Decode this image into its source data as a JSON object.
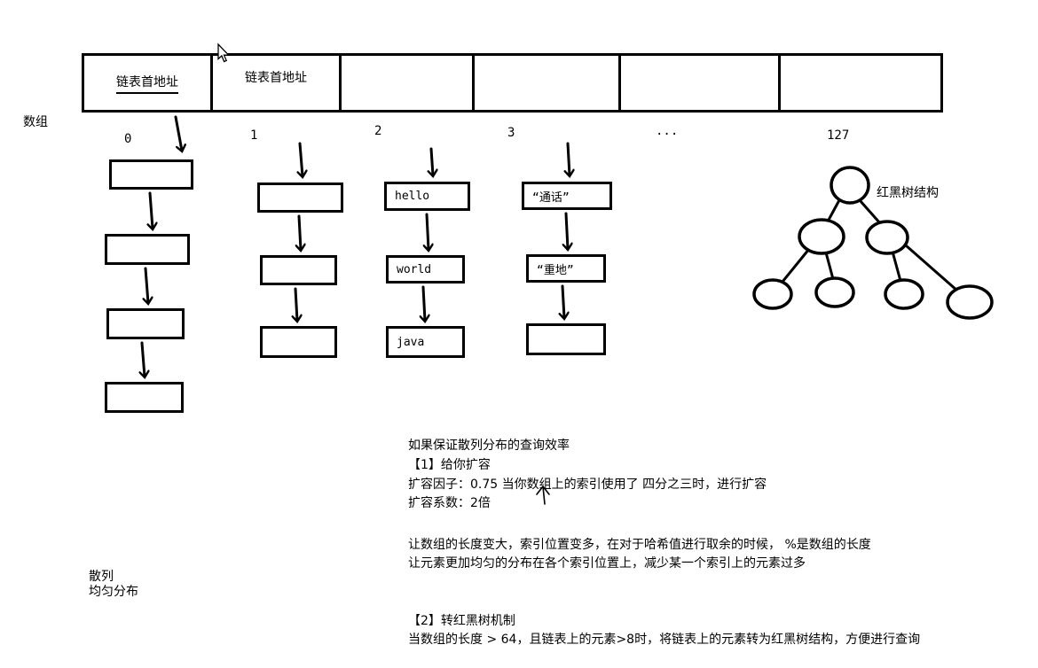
{
  "colors": {
    "ink": "#000000",
    "background": "#ffffff"
  },
  "array": {
    "label": "数组",
    "cells": [
      {
        "text": "链表首地址"
      },
      {
        "text": "链表首地址"
      },
      {
        "text": ""
      },
      {
        "text": ""
      },
      {
        "text": ""
      },
      {
        "text": ""
      }
    ],
    "indices": [
      "0",
      "1",
      "2",
      "3",
      "...",
      "127"
    ]
  },
  "lists": [
    {
      "nodes": [
        "",
        "",
        "",
        ""
      ]
    },
    {
      "nodes": [
        "",
        "",
        ""
      ]
    },
    {
      "nodes": [
        "hello",
        "world",
        "java"
      ]
    },
    {
      "nodes": [
        "“通话”",
        "“重地”",
        ""
      ]
    }
  ],
  "tree": {
    "label": "红黑树结构"
  },
  "notes": {
    "side": [
      "散列",
      "均匀分布"
    ],
    "block1": [
      "如果保证散列分布的查询效率",
      "【1】给你扩容",
      "扩容因子：0.75 当你数组上的索引使用了 四分之三时，进行扩容",
      "扩容系数：2倍"
    ],
    "block2": [
      "让数组的长度变大，索引位置变多，在对于哈希值进行取余的时候， %是数组的长度",
      "让元素更加均匀的分布在各个索引位置上，减少某一个索引上的元素过多"
    ],
    "block3": [
      "【2】转红黑树机制",
      "当数组的长度 > 64，且链表上的元素>8时，将链表上的元素转为红黑树结构，方便进行查询"
    ]
  },
  "icons": {
    "pointer_cursor": "arrow-pointer",
    "caret_cursor": "caret"
  }
}
